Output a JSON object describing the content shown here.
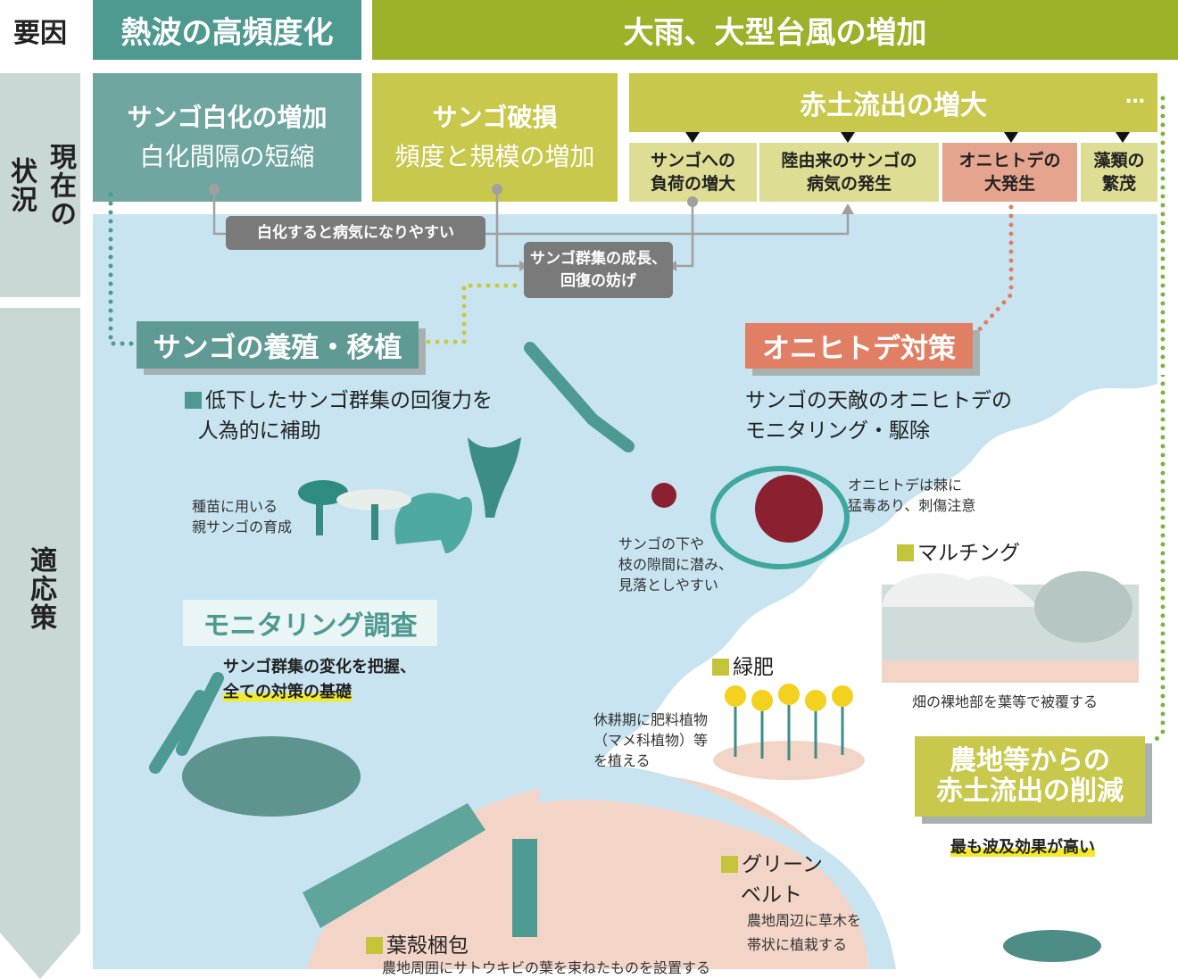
{
  "left": {
    "factor": "要因",
    "current": "現在の状況",
    "adaptation": "適応策"
  },
  "header": {
    "heatwave": "熱波の高頻度化",
    "rain": "大雨、大型台風の増加"
  },
  "current": {
    "bleaching_line1": "サンゴ白化の増加",
    "bleaching_line2": "白化間隔の短縮",
    "damage_line1": "サンゴ破損",
    "damage_line2": "頻度と規模の増加",
    "red_soil": "赤土流出の増大",
    "ellipsis": "…",
    "subs": [
      {
        "l1": "サンゴへの",
        "l2": "負荷の増大"
      },
      {
        "l1": "陸由来のサンゴの",
        "l2": "病気の発生"
      },
      {
        "l1": "オニヒトデの",
        "l2": "大発生"
      },
      {
        "l1": "藻類の",
        "l2": "繁茂"
      }
    ],
    "disease_note": "白化すると病気になりやすい",
    "growth_note_l1": "サンゴ群集の成長、",
    "growth_note_l2": "回復の妨げ"
  },
  "measures": {
    "farming": {
      "title": "サンゴの養殖・移植",
      "desc_l1": "低下したサンゴ群集の回復力を",
      "desc_l2": "人為的に補助",
      "note_l1": "種苗に用いる",
      "note_l2": "親サンゴの育成"
    },
    "starfish": {
      "title": "オニヒトデ対策",
      "desc_l1": "サンゴの天敵のオニヒトデの",
      "desc_l2": "モニタリング・駆除",
      "note1_l1": "オニヒトデは棘に",
      "note1_l2": "猛毒あり、刺傷注意",
      "note2_l1": "サンゴの下や",
      "note2_l2": "枝の隙間に潜み、",
      "note2_l3": "見落としやすい"
    },
    "monitoring": {
      "title": "モニタリング調査",
      "desc_l1": "サンゴ群集の変化を把握、",
      "desc_l2": "全ての対策の基礎"
    },
    "mulching": {
      "title": "マルチング",
      "desc": "畑の裸地部を葉等で被覆する"
    },
    "green_manure": {
      "title": "緑肥",
      "desc_l1": "休耕期に肥料植物",
      "desc_l2": "（マメ科植物）等",
      "desc_l3": "を植える"
    },
    "reduction": {
      "title_l1": "農地等からの",
      "title_l2": "赤土流出の削減",
      "note": "最も波及効果が高い"
    },
    "green_belt": {
      "title_l1": "グリーン",
      "title_l2": "ベルト",
      "desc_l1": "農地周辺に草木を",
      "desc_l2": "帯状に植栽する"
    },
    "bale": {
      "title": "葉殻梱包",
      "desc": "農地周囲にサトウキビの葉を束ねたものを設置する"
    }
  },
  "colors": {
    "teal": "#4e9990",
    "olive": "#9db12a",
    "sea": "#c7e4f0",
    "salmon": "#e5a48e",
    "coral": "#e07f63"
  }
}
